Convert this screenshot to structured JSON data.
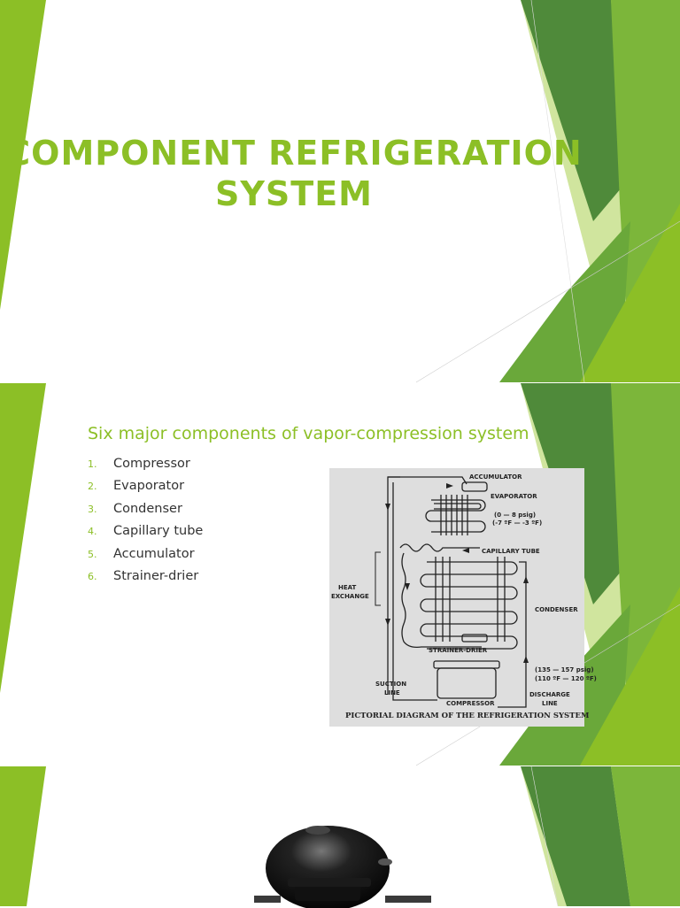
{
  "slides": [
    {
      "title_line1": "COMPONENT REFRIGERATION",
      "title_line2": "SYSTEM"
    },
    {
      "subtitle": "Six major components of vapor-compression system",
      "components": [
        {
          "num": "1.",
          "label": "Compressor"
        },
        {
          "num": "2.",
          "label": "Evaporator"
        },
        {
          "num": "3.",
          "label": "Condenser"
        },
        {
          "num": "4.",
          "label": "Capillary tube"
        },
        {
          "num": "5.",
          "label": "Accumulator"
        },
        {
          "num": "6.",
          "label": "Strainer-drier"
        }
      ],
      "diagram": {
        "labels": {
          "accumulator": "ACCUMULATOR",
          "evaporator": "EVAPORATOR",
          "evap_psig": "(0 — 8 psig)",
          "evap_temp": "(-7 ºF — -3 ºF)",
          "capillary": "CAPILLARY TUBE",
          "heat": "HEAT",
          "exchange": "EXCHANGE",
          "condenser": "CONDENSER",
          "strainer": "STRAINER-DRIER",
          "cond_psig": "(135 — 157 psig)",
          "cond_temp": "(110 ºF — 120 ºF)",
          "suction": "SUCTION",
          "line": "LINE",
          "compressor": "COMPRESSOR",
          "discharge": "DISCHARGE",
          "discharge_line": "LINE",
          "caption": "PICTORIAL DIAGRAM OF THE REFRIGERATION SYSTEM"
        }
      }
    },
    {}
  ],
  "colors": {
    "accent": "#8cbf26",
    "dark_green": "#4f8a3a",
    "mid_green": "#6aa83a",
    "light_green": "#a9d04e"
  }
}
